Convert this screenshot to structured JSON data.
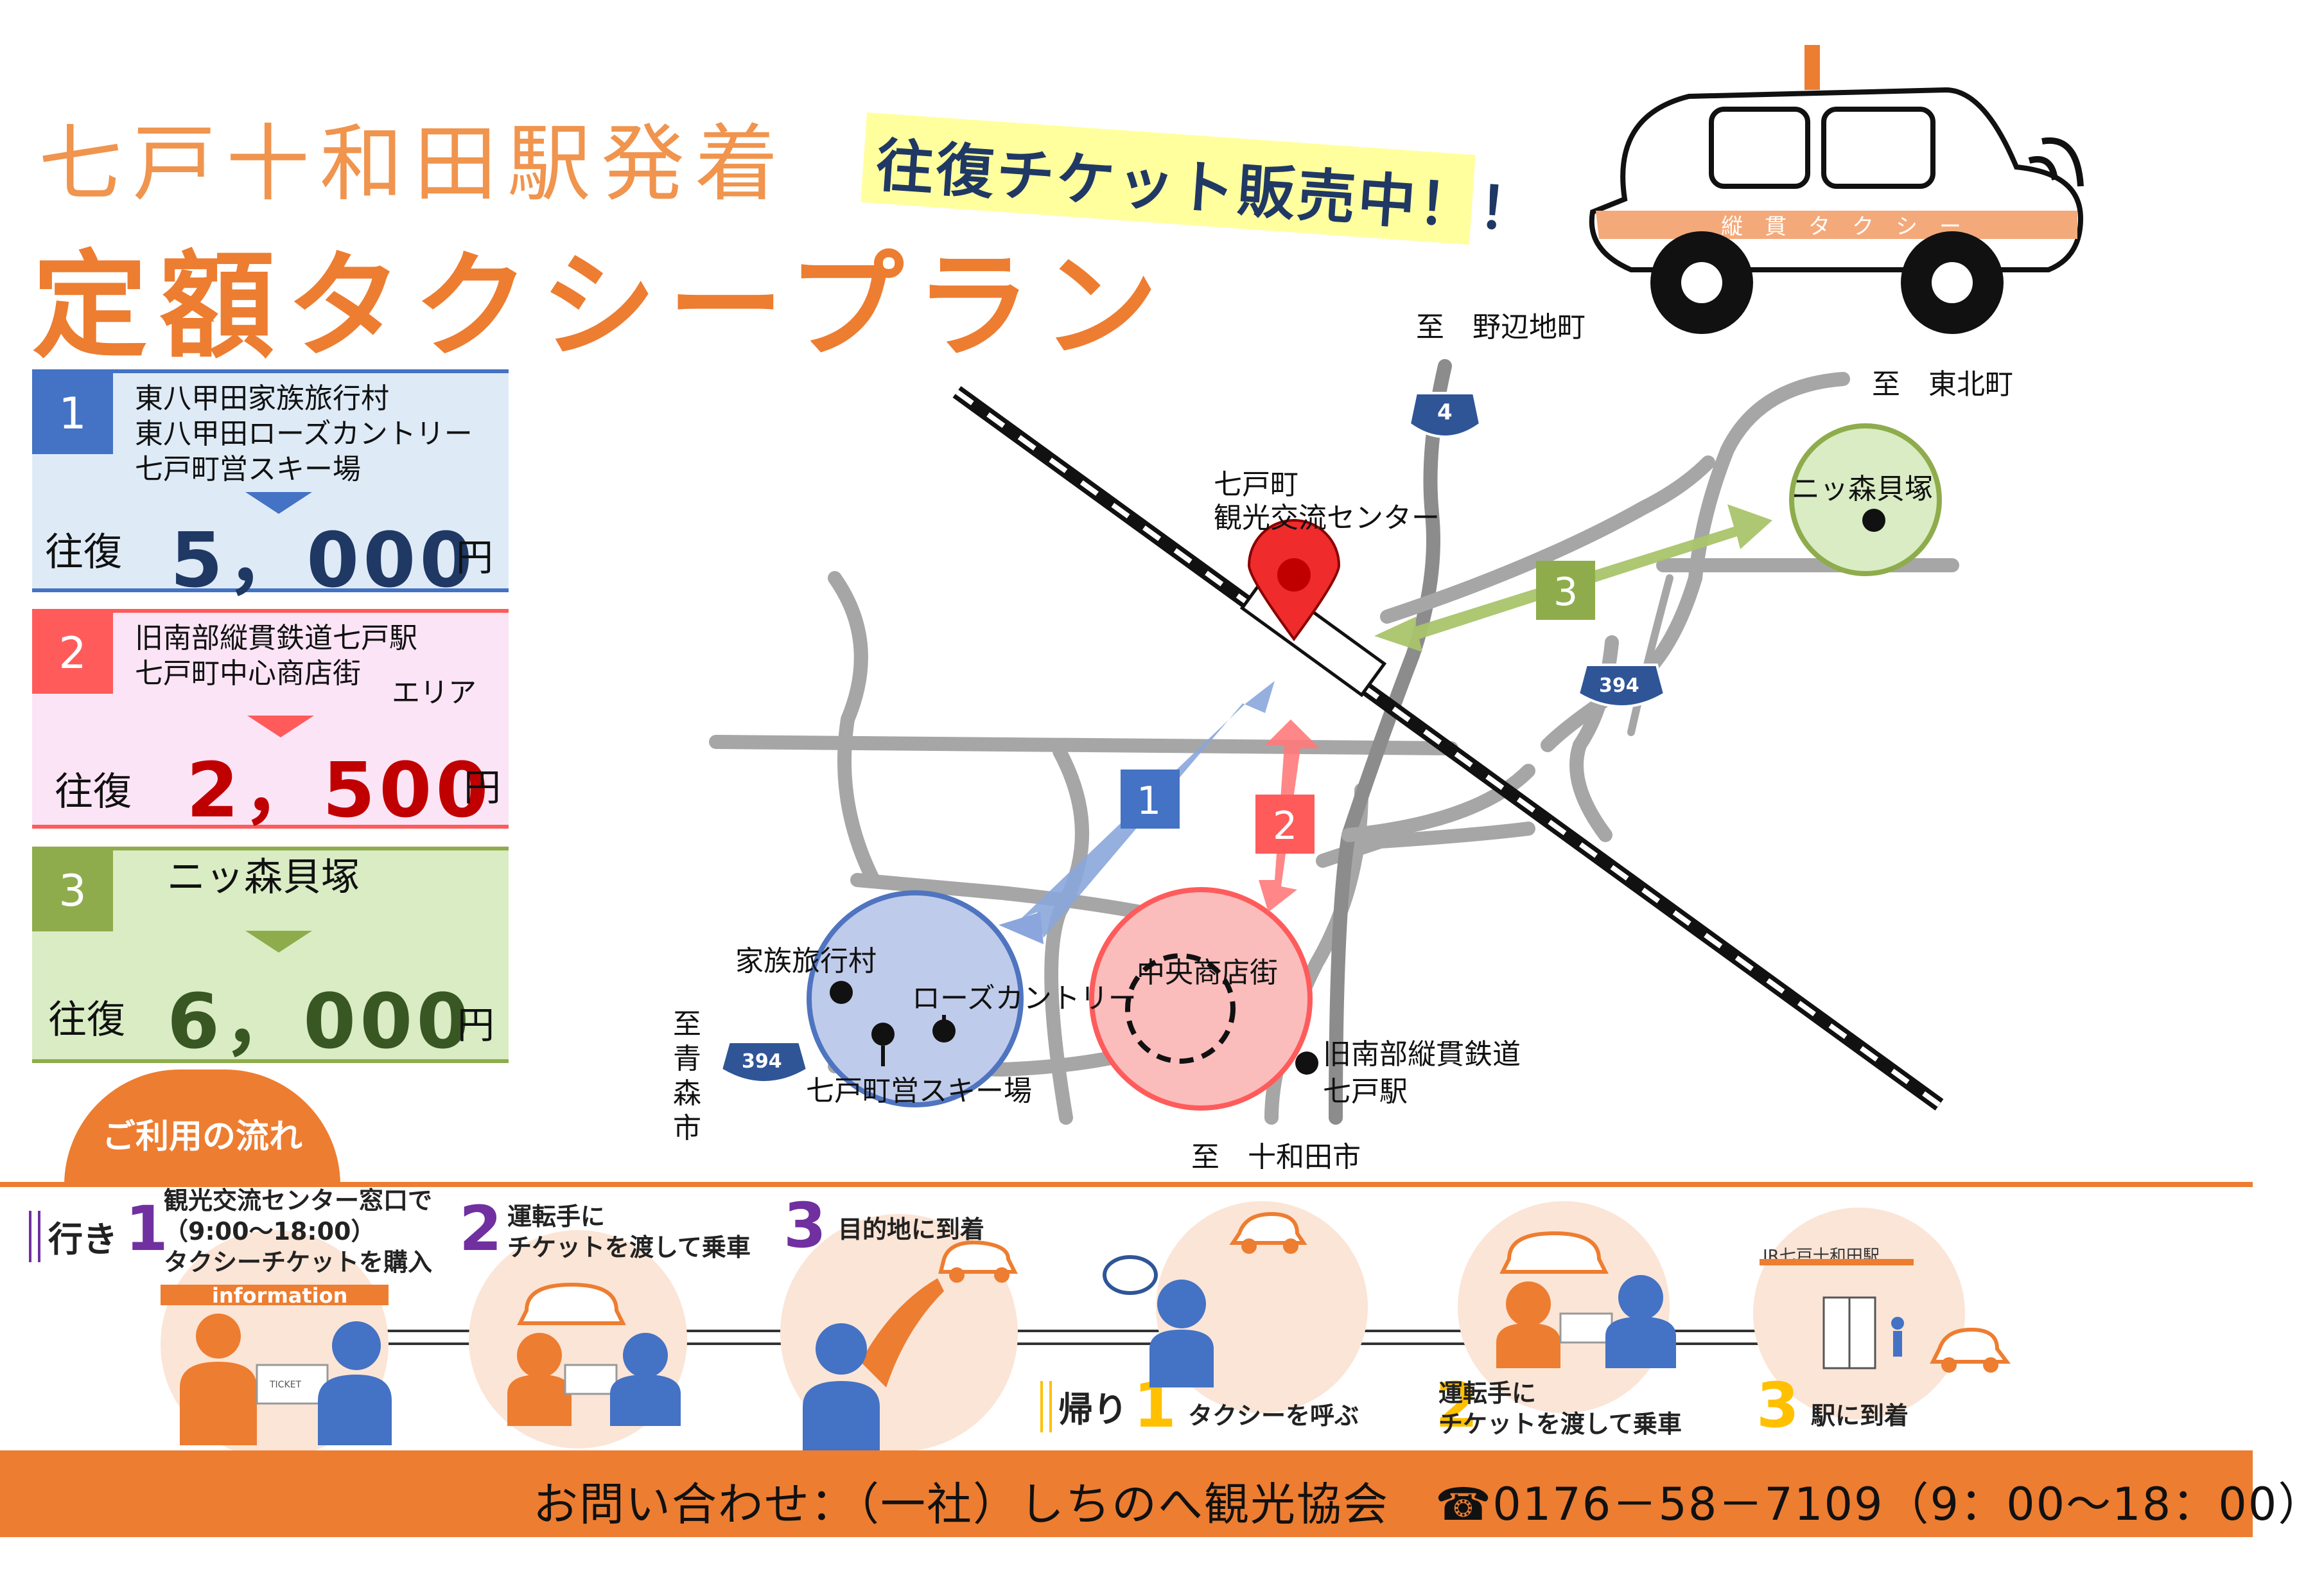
{
  "header": {
    "subtitle": "七戸十和田駅発着",
    "title": "定額タクシープラン",
    "banner": "往復チケット販売中！！"
  },
  "taxi": {
    "door_label": "縦　貫　タ　ク　シ　ー"
  },
  "plans": [
    {
      "num": "1",
      "places": [
        "東八甲田家族旅行村",
        "東八甲田ローズカントリー",
        "七戸町営スキー場"
      ],
      "round": "往復",
      "price": "5，000",
      "yen": "円"
    },
    {
      "num": "2",
      "places": [
        "旧南部縦貫鉄道七戸駅",
        "七戸町中心商店街"
      ],
      "area": "エリア",
      "round": "往復",
      "price": "2，500",
      "yen": "円"
    },
    {
      "num": "3",
      "places": [
        "ニッ森貝塚"
      ],
      "round": "往復",
      "price": "6，000",
      "yen": "円"
    }
  ],
  "map": {
    "to_nohechi": "至　野辺地町",
    "to_tohoku": "至　東北町",
    "to_aomori": "至\n青\n森\n市",
    "to_towada": "至　十和田市",
    "center_label_1": "七戸町",
    "center_label_2": "観光交流センター",
    "futatsumori": "ニッ森貝塚",
    "kazoku": "家族旅行村",
    "rose": "ローズカントリー",
    "ski": "七戸町営スキー場",
    "chuo": "中央商店街",
    "kyunanbu_1": "旧南部縦貫鉄道",
    "kyunanbu_2": "七戸駅",
    "route_4": "4",
    "route_394": "394",
    "route_394b": "394",
    "arrow_1": "1",
    "arrow_2": "2",
    "arrow_3": "3"
  },
  "flow": {
    "title": "ご利用の流れ",
    "go_label": "行き",
    "go_steps": [
      {
        "num": "1",
        "text": [
          "観光交流センター窓口で",
          "（9:00～18:00）",
          "タクシーチケットを購入"
        ]
      },
      {
        "num": "2",
        "text": [
          "運転手に",
          "チケットを渡して乗車"
        ]
      },
      {
        "num": "3",
        "text": [
          "目的地に到着"
        ]
      }
    ],
    "info_label": "information",
    "ticket_label": "TICKET",
    "return_label": "帰り",
    "return_steps": [
      {
        "num": "1",
        "text": [
          "タクシーを呼ぶ"
        ]
      },
      {
        "num": "2",
        "text": [
          "運転手に",
          "チケットを渡して乗車"
        ]
      },
      {
        "num": "3",
        "text": [
          "駅に到着"
        ]
      }
    ],
    "station_sign": "JR七戸十和田駅"
  },
  "footer": {
    "contact": "お問い合わせ：（一社）しちのへ観光協会　☎0176－58－7109（9：00～18：00）"
  },
  "colors": {
    "orange": "#ed7d31",
    "plan1": "#4472c4",
    "plan2": "#ff5b5b",
    "plan3": "#8fac4c",
    "purple": "#7030a0",
    "gold": "#ffc000"
  }
}
